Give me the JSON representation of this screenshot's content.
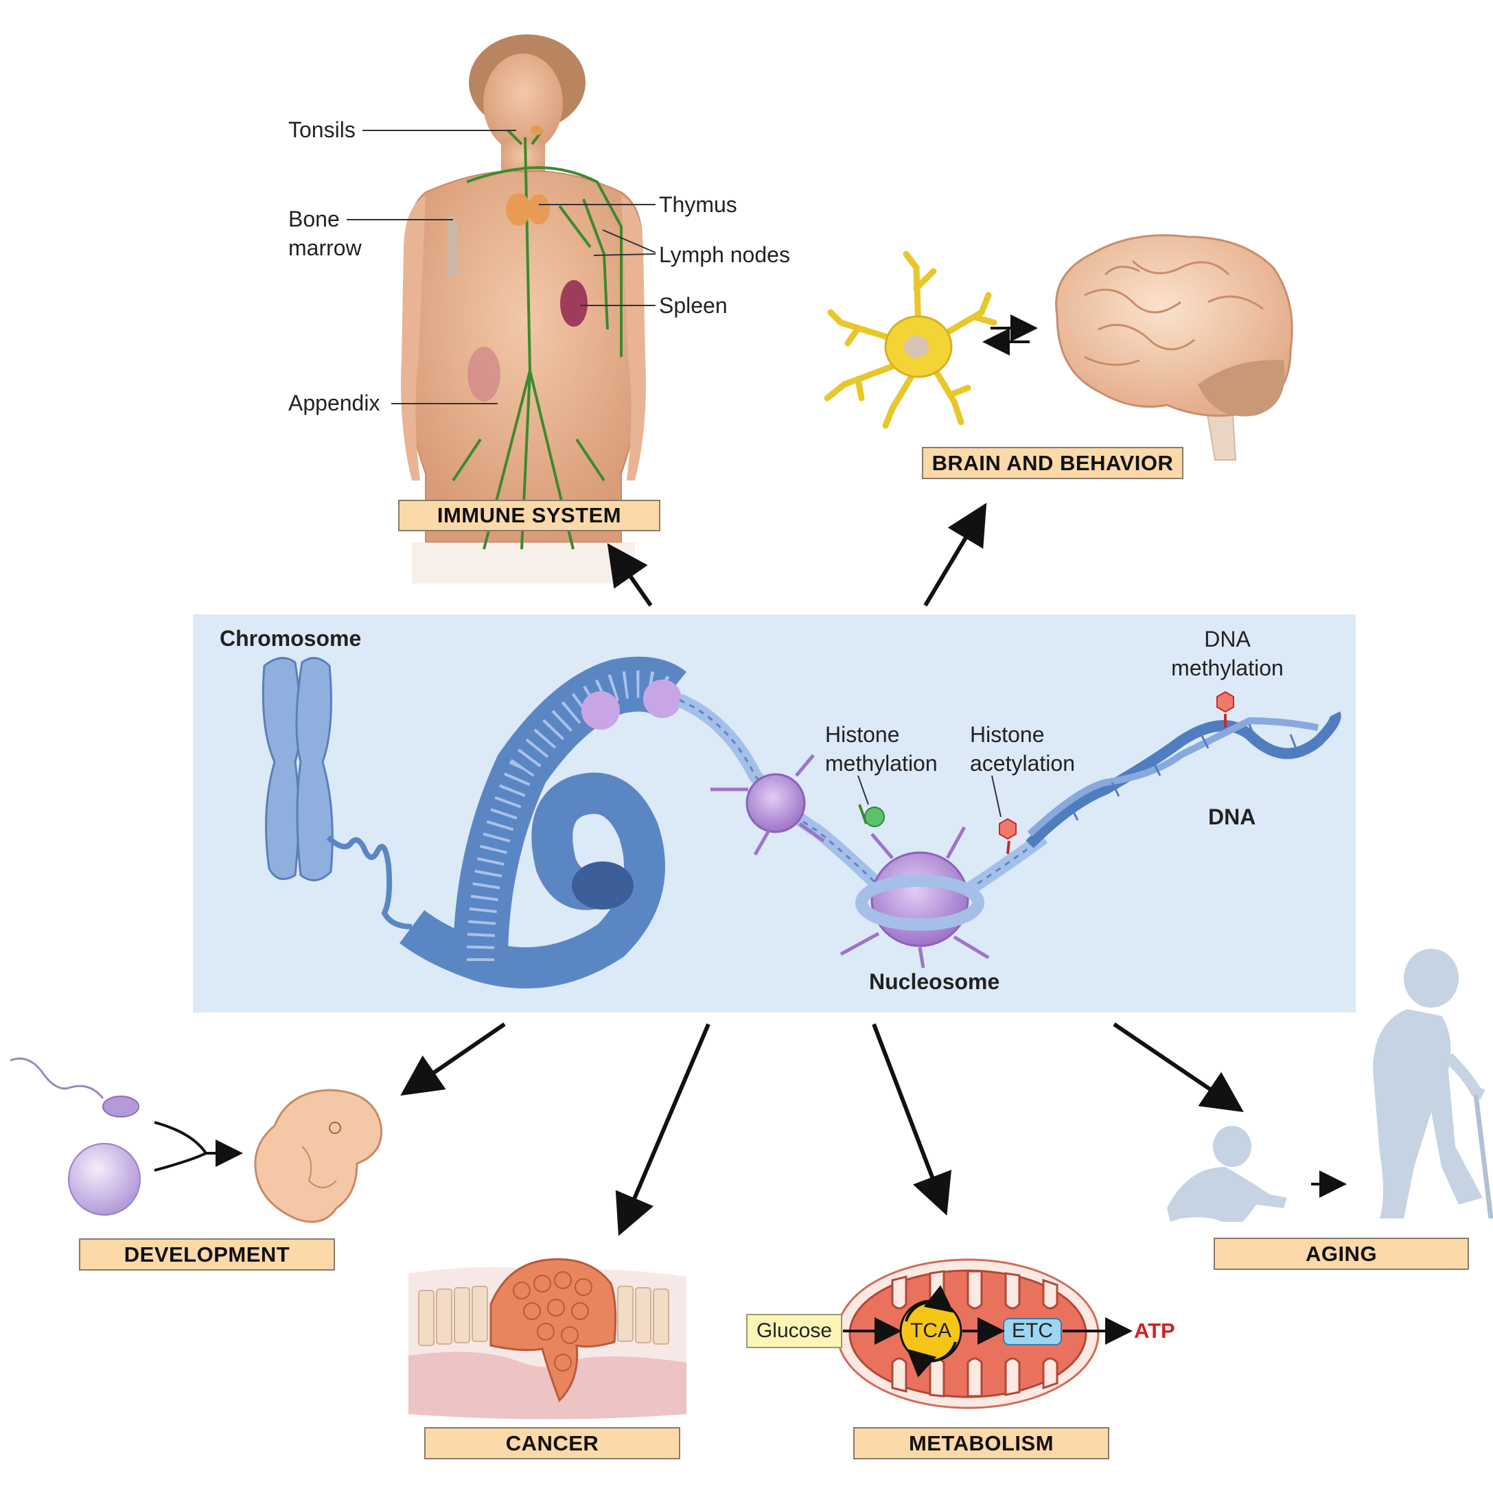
{
  "chromatin": {
    "chromosome": "Chromosome",
    "histone_methylation": "Histone\nmethylation",
    "histone_acetylation": "Histone\nacetylation",
    "dna_methylation": "DNA\nmethylation",
    "dna": "DNA",
    "nucleosome": "Nucleosome"
  },
  "immune": {
    "tonsils": "Tonsils",
    "bone_marrow": "Bone\nmarrow",
    "thymus": "Thymus",
    "lymph_nodes": "Lymph nodes",
    "spleen": "Spleen",
    "appendix": "Appendix",
    "label": "IMMUNE SYSTEM"
  },
  "brain": {
    "label": "BRAIN AND BEHAVIOR"
  },
  "development": {
    "label": "DEVELOPMENT"
  },
  "cancer": {
    "label": "CANCER"
  },
  "metabolism": {
    "glucose": "Glucose",
    "tca": "TCA",
    "etc": "ETC",
    "atp": "ATP",
    "label": "METABOLISM"
  },
  "aging": {
    "label": "AGING"
  },
  "colors": {
    "label_box": "#fbd9a8",
    "panel": "#dce9f7",
    "chromatin_blue": "#5b86c4",
    "histone_purple": "#b28fd6",
    "lymph_green": "#3c8a2e",
    "atp_red": "#d42020"
  }
}
